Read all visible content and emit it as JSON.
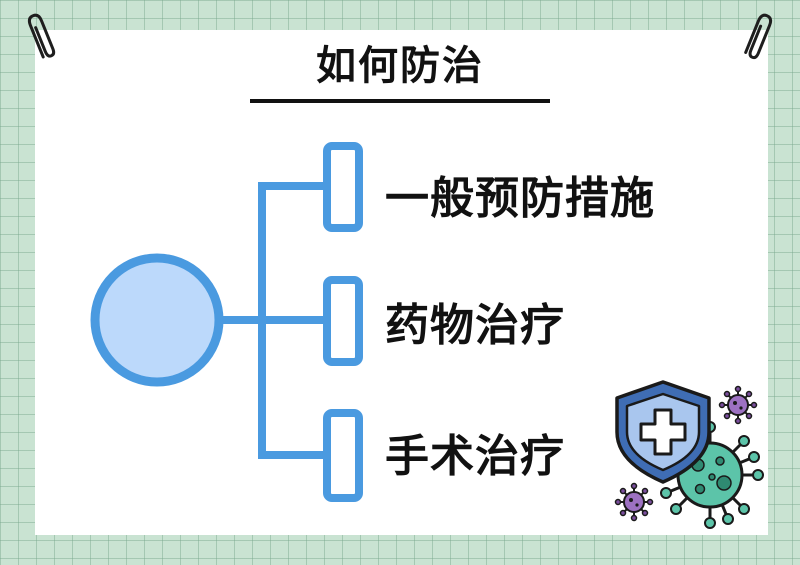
{
  "title": "如何防治",
  "branches": [
    {
      "label": "一般预防措施"
    },
    {
      "label": "药物治疗"
    },
    {
      "label": "手术治疗"
    }
  ],
  "colors": {
    "background": "#c9e3d2",
    "card": "#ffffff",
    "diagram_line": "#4a9ae0",
    "circle_fill": "#bcd9fb",
    "shield": "#3f6db4",
    "virus_teal": "#5cc4a9",
    "virus_purple": "#7b4f9e",
    "text": "#111111"
  },
  "icons": [
    "paperclip-icon",
    "shield-plus-icon",
    "virus-icon"
  ]
}
